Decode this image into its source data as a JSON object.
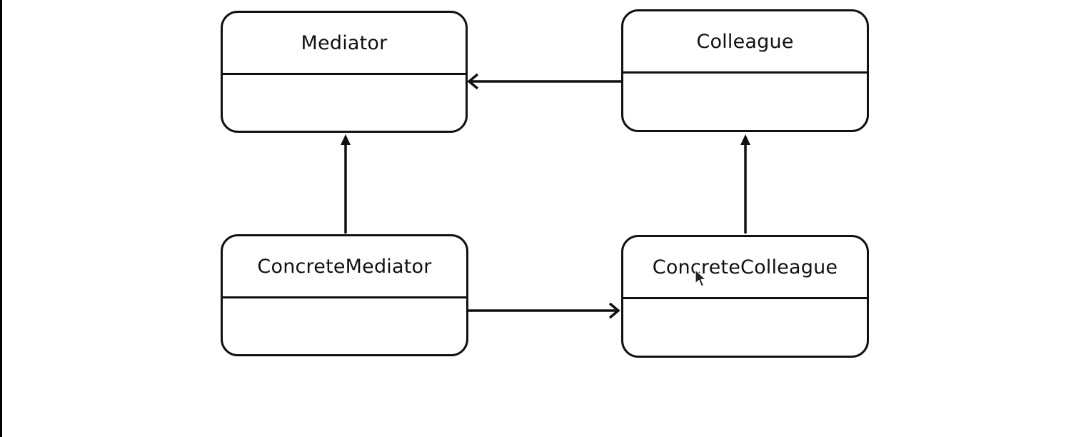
{
  "diagram": {
    "classes": {
      "mediator": {
        "name": "Mediator"
      },
      "colleague": {
        "name": "Colleague"
      },
      "concrete_mediator": {
        "name": "ConcreteMediator"
      },
      "concrete_colleague": {
        "name": "ConcreteColleague"
      }
    },
    "relations": [
      {
        "from": "Colleague",
        "to": "Mediator",
        "kind": "association"
      },
      {
        "from": "ConcreteMediator",
        "to": "Mediator",
        "kind": "inheritance"
      },
      {
        "from": "ConcreteColleague",
        "to": "Colleague",
        "kind": "inheritance"
      },
      {
        "from": "ConcreteMediator",
        "to": "ConcreteColleague",
        "kind": "association"
      }
    ],
    "colors": {
      "stroke": "#111111",
      "background": "#ffffff"
    }
  }
}
